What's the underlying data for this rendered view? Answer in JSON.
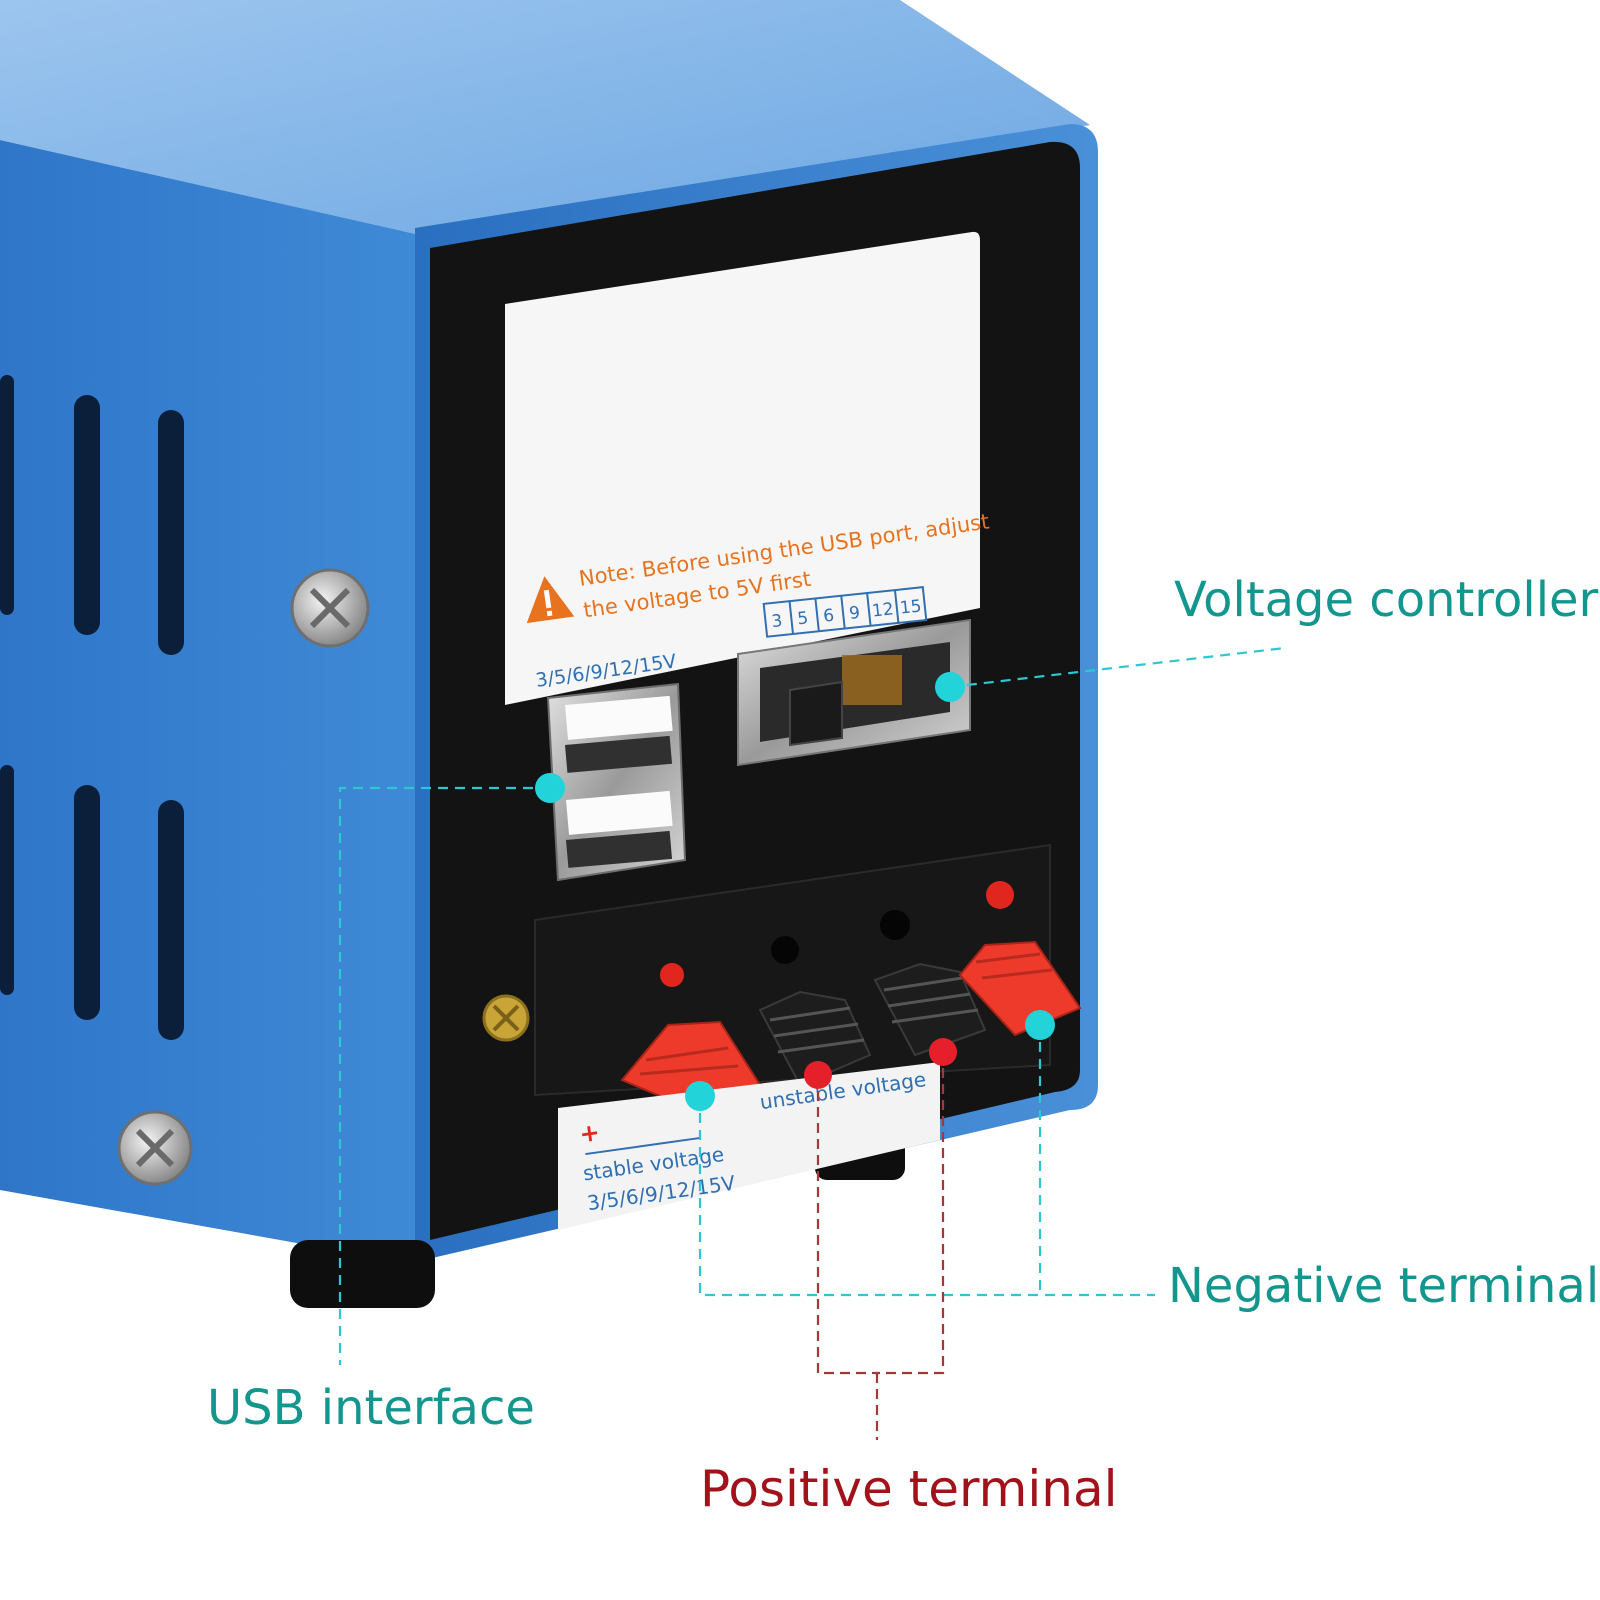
{
  "colors": {
    "callout_teal": "#13968d",
    "callout_red": "#a3121a",
    "leader_cyan": "#2cc7d2",
    "leader_red": "#a33838",
    "case_blue": "#3a82cf",
    "panel_black": "#131313",
    "terminal_red": "#ee3a2a",
    "label_orange": "#e8731e",
    "label_blue": "#2f6fb2"
  },
  "callouts": {
    "voltage_controller": "Voltage controller",
    "negative_terminal": "Negative terminal",
    "usb_interface": "USB interface",
    "positive_terminal": "Positive terminal"
  },
  "device": {
    "sticker_note_line1": "Note: Before using the USB port, adjust",
    "sticker_note_line2": "the voltage to 5V first",
    "sticker_voltages": "3/5/6/9/12/15V",
    "scale_marks": [
      "3",
      "5",
      "6",
      "9",
      "12",
      "15"
    ],
    "bottom_plus": "+",
    "bottom_stable_label": "stable voltage",
    "bottom_voltages": "3/5/6/9/12/15V",
    "bottom_unstable_label": "unstable voltage"
  },
  "icons": {
    "warning": "warning-triangle-icon"
  }
}
